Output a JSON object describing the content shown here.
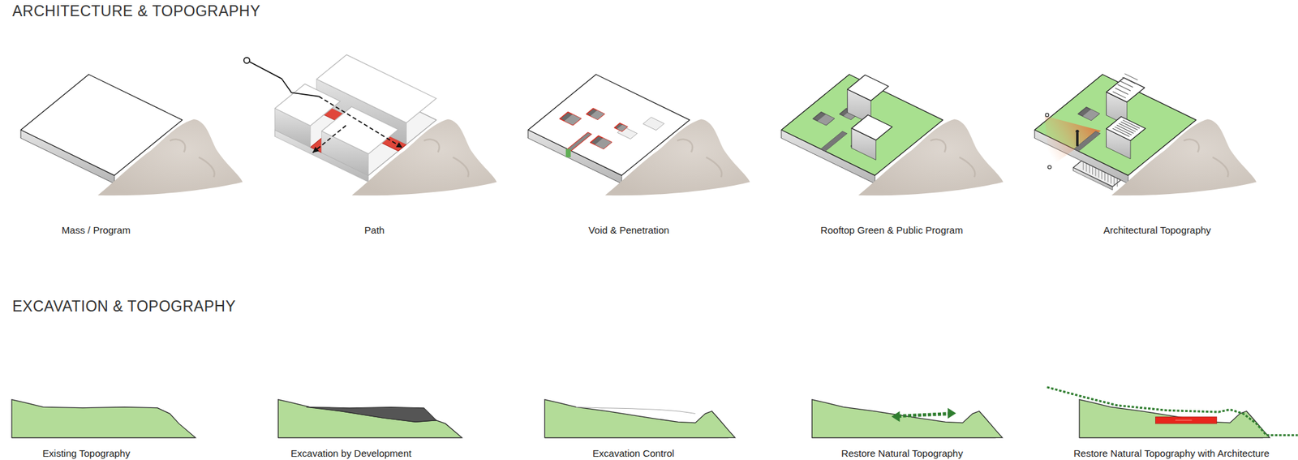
{
  "diagram": {
    "labels": [
      "ARCHITECTURE & TOPOGRAPHY",
      "Mass / Program",
      "Path",
      "Void & Penetration",
      "Rooftop Green & Public Program",
      "Architectural Topography",
      "EXCAVATION & TOPOGRAPHY",
      "Existing Topography",
      "Excavation by Development",
      "Excavation Control",
      "Restore Natural Topography",
      "Restore Natural Topography with Architecture"
    ]
  }
}
